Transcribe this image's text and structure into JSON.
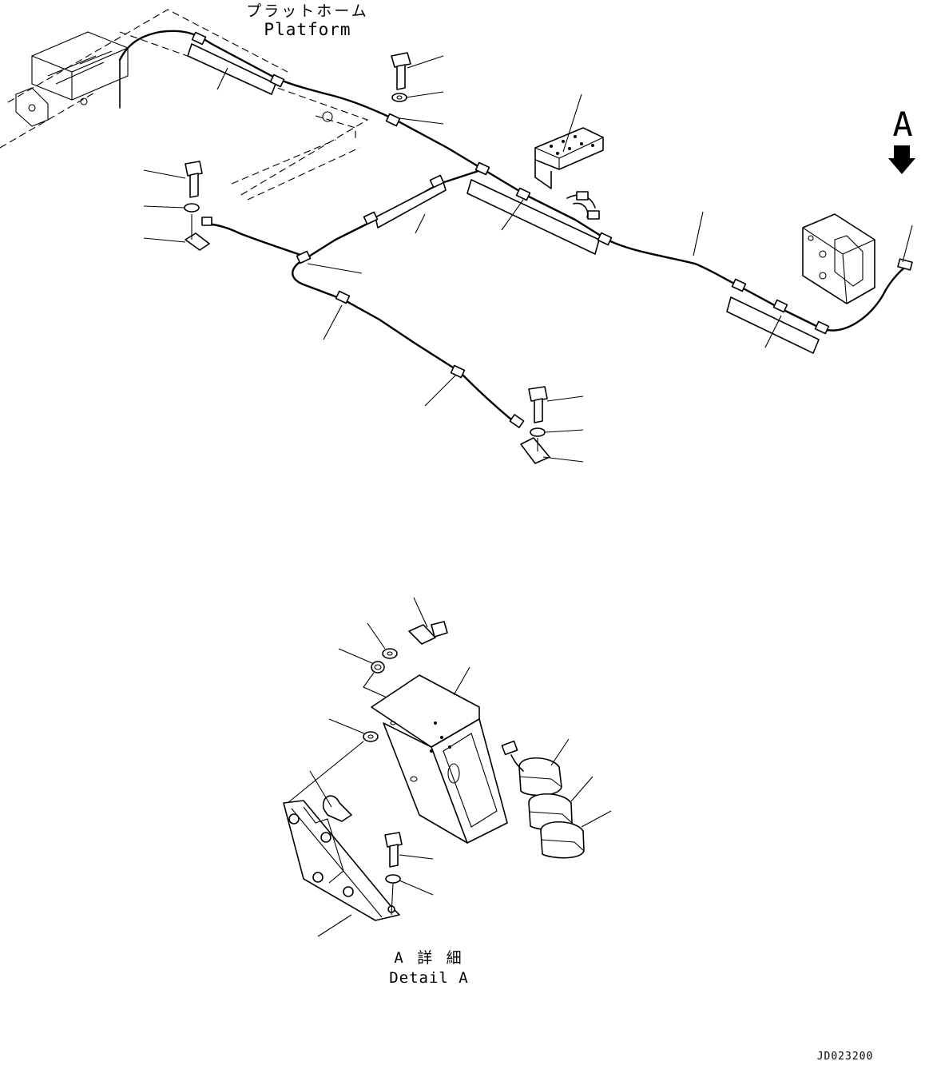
{
  "labels": {
    "platform_jp": "プラットホーム",
    "platform_en": "Platform",
    "view_letter": "A",
    "detail_jp": "A 詳 細",
    "detail_en": "Detail A",
    "drawing_number": "JD023200"
  },
  "icons": {
    "view_arrow": "down-arrow-icon"
  }
}
